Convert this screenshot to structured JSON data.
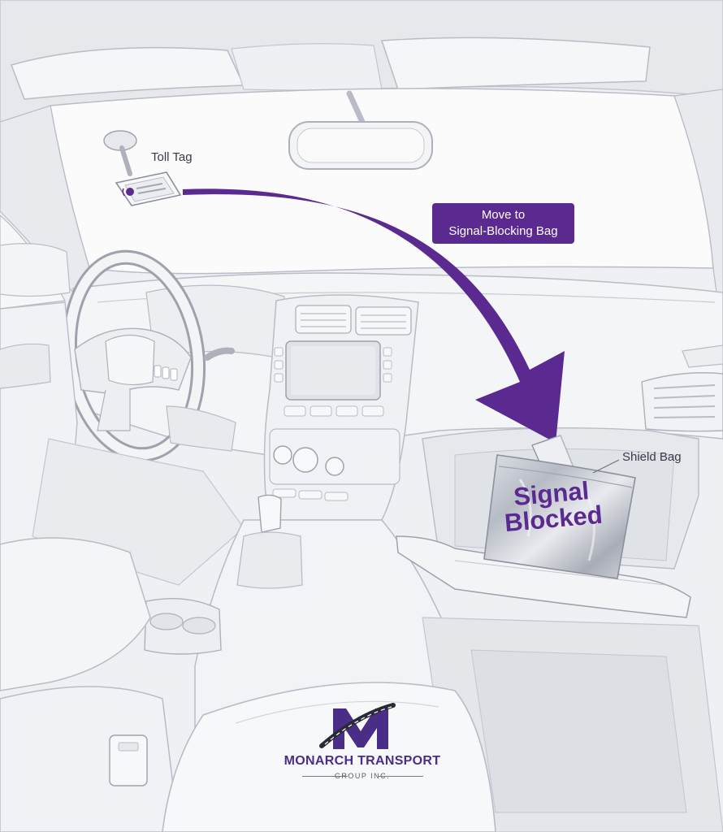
{
  "labels": {
    "toll_tag": "Toll Tag",
    "shield_bag": "Shield Bag"
  },
  "callout": {
    "line1": "Move to",
    "line2": "Signal-Blocking Bag"
  },
  "bag": {
    "line1": "Signal",
    "line2": "Blocked"
  },
  "logo": {
    "name": "MONARCH TRANSPORT",
    "sub": "GROUP INC."
  },
  "colors": {
    "accent": "#5b2a91",
    "line": "#b9bcc6",
    "fill": "#f6f7f9",
    "background": "#eef0f3"
  },
  "icons": {
    "tag": "toll-tag-icon",
    "logo": "monarch-m-logo"
  }
}
